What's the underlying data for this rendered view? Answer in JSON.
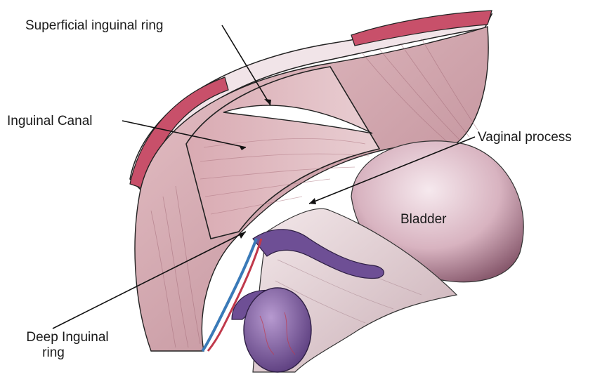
{
  "labels": {
    "superficial_ring": "Superficial inguinal ring",
    "inguinal_canal": "Inguinal Canal",
    "vaginal_process": "Vaginal process",
    "bladder": "Bladder",
    "deep_ring_line1": "Deep Inguinal",
    "deep_ring_line2": "ring"
  },
  "colors": {
    "muscle": "#d9a9b0",
    "muscle_dark": "#b0707e",
    "muscle_red": "#c8506a",
    "bladder": "#c89bab",
    "testis": "#7a5a9a",
    "vessel_blue": "#3a7ab8",
    "vessel_red": "#c0394b"
  }
}
